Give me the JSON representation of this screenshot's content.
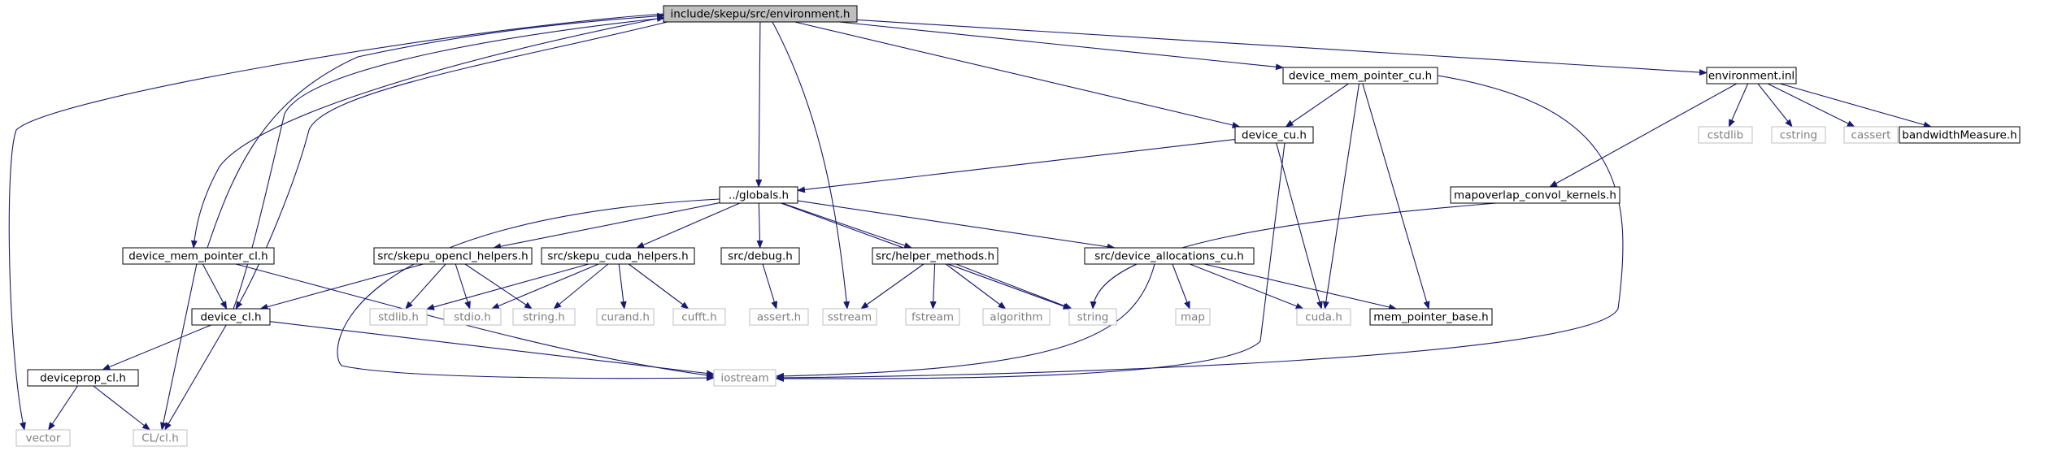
{
  "graph": {
    "colors": {
      "edge": "#191970",
      "node_border": "#000000",
      "external_border": "#bfbfbf",
      "root_fill": "#bfbfbf",
      "node_fill": "#ffffff",
      "text": "#000000",
      "external_text": "#808080"
    },
    "nodes": {
      "root": "include/skepu/src/environment.h",
      "dev_mem_cu": "device_mem_pointer_cu.h",
      "env_inl": "environment.inl",
      "cstdlib": "cstdlib",
      "cstring": "cstring",
      "cassert": "cassert",
      "bw": "bandwidthMeasure.h",
      "dev_cu": "device_cu.h",
      "mapoverlap": "mapoverlap_convol_kernels.h",
      "globals": "../globals.h",
      "dev_mem_cl": "device_mem_pointer_cl.h",
      "opencl_h": "src/skepu_opencl_helpers.h",
      "cuda_helpers": "src/skepu_cuda_helpers.h",
      "debug": "src/debug.h",
      "helper": "src/helper_methods.h",
      "dev_alloc": "src/device_allocations_cu.h",
      "stdlib": "stdlib.h",
      "stdio": "stdio.h",
      "string_h": "string.h",
      "curand": "curand.h",
      "cufft": "cufft.h",
      "assert": "assert.h",
      "sstream": "sstream",
      "fstream": "fstream",
      "algorithm": "algorithm",
      "string": "string",
      "map": "map",
      "cuda": "cuda.h",
      "mem_base": "mem_pointer_base.h",
      "dev_cl": "device_cl.h",
      "iostream": "iostream",
      "devprop": "deviceprop_cl.h",
      "vector": "vector",
      "clcl": "CL/cl.h"
    },
    "edges": [
      [
        "root",
        "dev_mem_cu"
      ],
      [
        "root",
        "env_inl"
      ],
      [
        "root",
        "dev_cu"
      ],
      [
        "root",
        "globals"
      ],
      [
        "root",
        "sstream"
      ],
      [
        "root",
        "vector"
      ],
      [
        "root",
        "dev_mem_cl"
      ],
      [
        "root",
        "dev_cl"
      ],
      [
        "dev_mem_cl",
        "root"
      ],
      [
        "dev_cl",
        "root"
      ],
      [
        "dev_mem_cu",
        "dev_cu"
      ],
      [
        "dev_mem_cu",
        "cuda"
      ],
      [
        "dev_mem_cu",
        "mem_base"
      ],
      [
        "dev_mem_cu",
        "iostream"
      ],
      [
        "env_inl",
        "cstdlib"
      ],
      [
        "env_inl",
        "cstring"
      ],
      [
        "env_inl",
        "cassert"
      ],
      [
        "env_inl",
        "bw"
      ],
      [
        "env_inl",
        "mapoverlap"
      ],
      [
        "dev_cu",
        "globals"
      ],
      [
        "dev_cu",
        "cuda"
      ],
      [
        "dev_cu",
        "iostream"
      ],
      [
        "mapoverlap",
        "string"
      ],
      [
        "globals",
        "opencl_h"
      ],
      [
        "globals",
        "cuda_helpers"
      ],
      [
        "globals",
        "debug"
      ],
      [
        "globals",
        "helper"
      ],
      [
        "globals",
        "dev_alloc"
      ],
      [
        "globals",
        "iostream"
      ],
      [
        "globals",
        "string"
      ],
      [
        "dev_mem_cl",
        "dev_cl"
      ],
      [
        "dev_mem_cl",
        "clcl"
      ],
      [
        "dev_mem_cl",
        "iostream"
      ],
      [
        "opencl_h",
        "dev_cl"
      ],
      [
        "opencl_h",
        "stdlib"
      ],
      [
        "opencl_h",
        "stdio"
      ],
      [
        "opencl_h",
        "string_h"
      ],
      [
        "cuda_helpers",
        "stdlib"
      ],
      [
        "cuda_helpers",
        "stdio"
      ],
      [
        "cuda_helpers",
        "string_h"
      ],
      [
        "cuda_helpers",
        "curand"
      ],
      [
        "cuda_helpers",
        "cufft"
      ],
      [
        "debug",
        "assert"
      ],
      [
        "helper",
        "sstream"
      ],
      [
        "helper",
        "fstream"
      ],
      [
        "helper",
        "algorithm"
      ],
      [
        "helper",
        "string"
      ],
      [
        "dev_alloc",
        "map"
      ],
      [
        "dev_alloc",
        "cuda"
      ],
      [
        "dev_alloc",
        "mem_base"
      ],
      [
        "dev_alloc",
        "iostream"
      ],
      [
        "dev_cl",
        "devprop"
      ],
      [
        "dev_cl",
        "clcl"
      ],
      [
        "dev_cl",
        "iostream"
      ],
      [
        "devprop",
        "vector"
      ],
      [
        "devprop",
        "clcl"
      ]
    ]
  }
}
